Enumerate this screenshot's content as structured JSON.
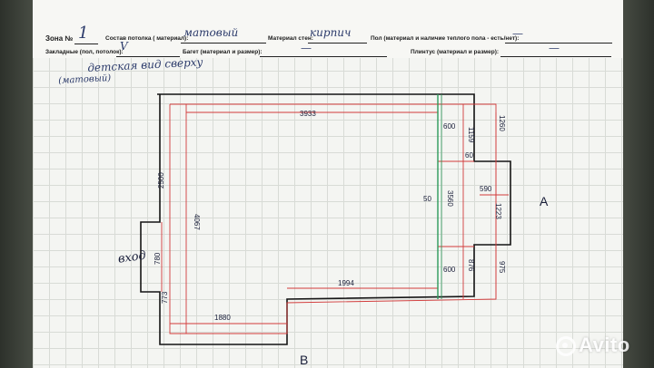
{
  "header": {
    "zone_label": "Зона №",
    "zone_value": "1",
    "ceiling_label": "Состав потолка ( материал):",
    "ceiling_value": "матовый",
    "walls_label": "Материал стен:",
    "walls_value": "кирпич",
    "floor_label": "Пол (материал и наличие теплого пола - есть/нет):",
    "floor_value": "—",
    "mortgage_label": "Закладные (пол, потолок):",
    "mortgage_value": "V",
    "baguette_label": "Багет (материал и размер):",
    "baguette_value": "—",
    "plinth_label": "Плинтус (материал и размер):",
    "plinth_value": "—"
  },
  "notes": {
    "title_line1": "детская вид сверху",
    "title_line2": "(матовый)"
  },
  "dimensions": {
    "top_length": "3933",
    "left_height": "2500",
    "inner_left": "4067",
    "right_inner": "3560",
    "right_small": "50",
    "right_top_a": "600",
    "right_top_b": "1159",
    "right_top_c": "1260",
    "right_offset": "60",
    "niche_width": "590",
    "niche_height": "1223",
    "right_bottom_a": "600",
    "right_bottom_b": "876",
    "right_bottom_c": "975",
    "door_width": "780",
    "bottom_middle": "1994",
    "bottom_left": "1880",
    "left_bottom": "773"
  },
  "labels": {
    "entrance": "вход",
    "side_a": "А",
    "side_b": "В"
  },
  "watermark": {
    "text": "Avito"
  }
}
